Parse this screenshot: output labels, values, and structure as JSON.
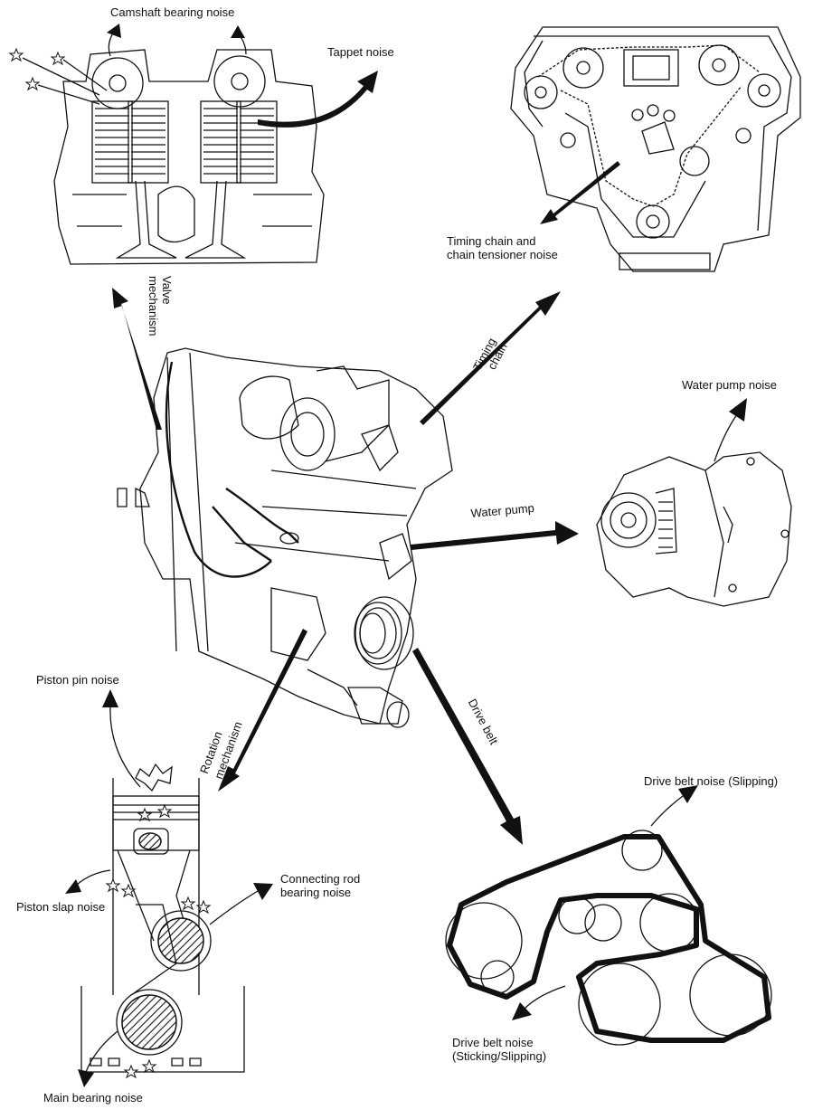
{
  "labels": {
    "camshaft_bearing_noise": "Camshaft bearing noise",
    "tappet_noise": "Tappet noise",
    "timing_chain_noise_line1": "Timing chain and",
    "timing_chain_noise_line2": "chain tensioner noise",
    "valve_mechanism_line1": "Valve",
    "valve_mechanism_line2": "mechanism",
    "timing_chain_line1": "Timing",
    "timing_chain_line2": "chain",
    "water_pump_noise": "Water pump noise",
    "water_pump": "Water pump",
    "piston_pin_noise": "Piston pin noise",
    "rotation_mechanism_line1": "Rotation",
    "rotation_mechanism_line2": "mechanism",
    "drive_belt": "Drive belt",
    "drive_belt_noise_slipping": "Drive belt noise (Slipping)",
    "connecting_rod_noise_line1": "Connecting rod",
    "connecting_rod_noise_line2": "bearing noise",
    "piston_slap_noise": "Piston slap noise",
    "drive_belt_noise_sticking_line1": "Drive belt noise",
    "drive_belt_noise_sticking_line2": "(Sticking/Slipping)",
    "main_bearing_noise": "Main bearing noise"
  }
}
